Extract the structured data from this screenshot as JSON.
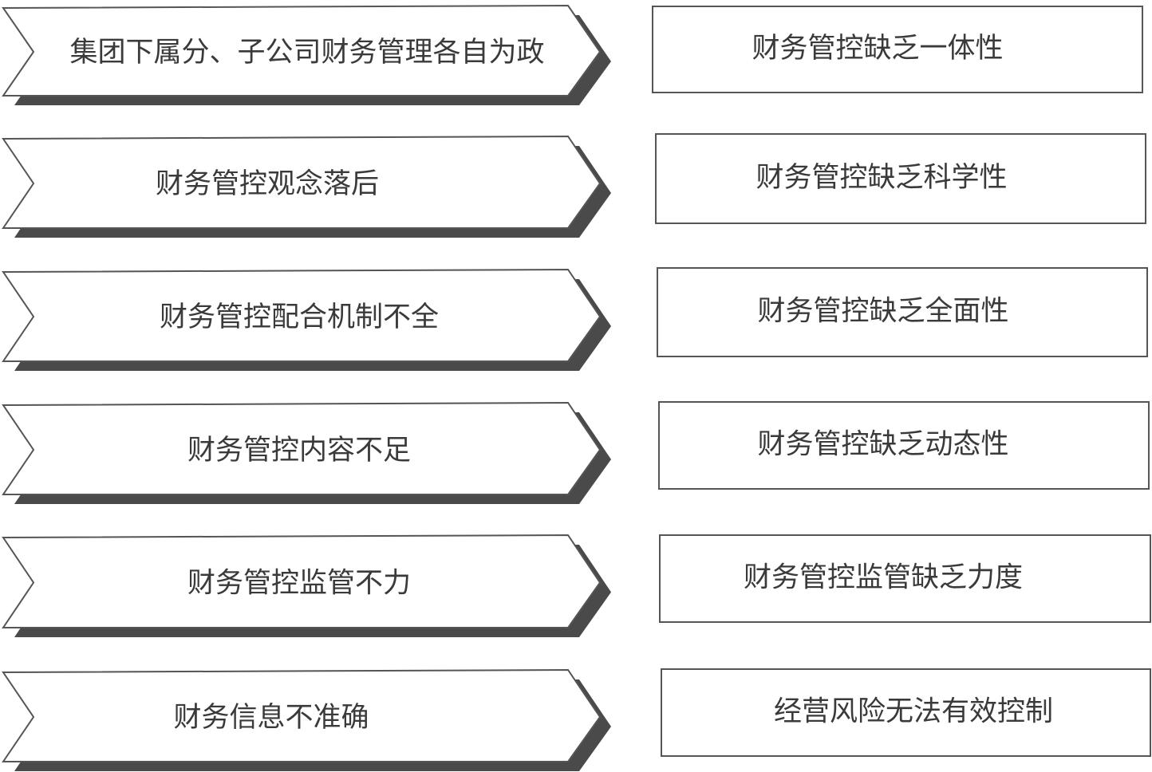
{
  "causes": [
    "集团下属分、子公司财务管理各自为政",
    "财务管控观念落后",
    "财务管控配合机制不全",
    "财务管控内容不足",
    "财务管控监管不力",
    "财务信息不准确"
  ],
  "effects": [
    "财务管控缺乏一体性",
    "财务管控缺乏科学性",
    "财务管控缺乏全面性",
    "财务管控缺乏动态性",
    "财务管控监管缺乏力度",
    "经营风险无法有效控制"
  ],
  "colors": {
    "shadow": "#4a4a4a",
    "stroke": "#555555",
    "text": "#3a3a3a"
  }
}
